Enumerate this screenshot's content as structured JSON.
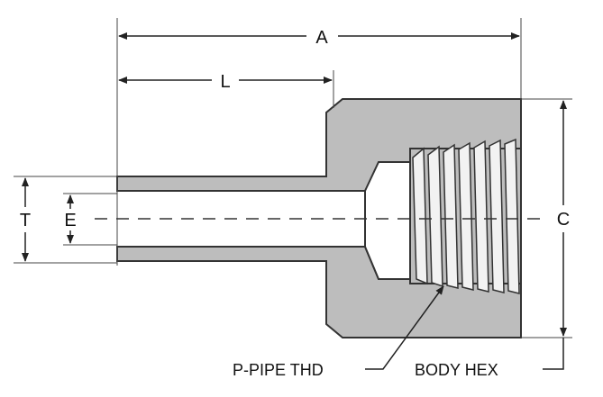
{
  "labels": {
    "a": "A",
    "l": "L",
    "t": "T",
    "e": "E",
    "c": "C",
    "pipe_thread": "P-PIPE THD",
    "body_hex": "BODY HEX"
  },
  "colors": {
    "body_fill": "#bdbdbd",
    "outline": "#333333",
    "thread_light": "#f2f2f2",
    "bore": "#ffffff"
  }
}
